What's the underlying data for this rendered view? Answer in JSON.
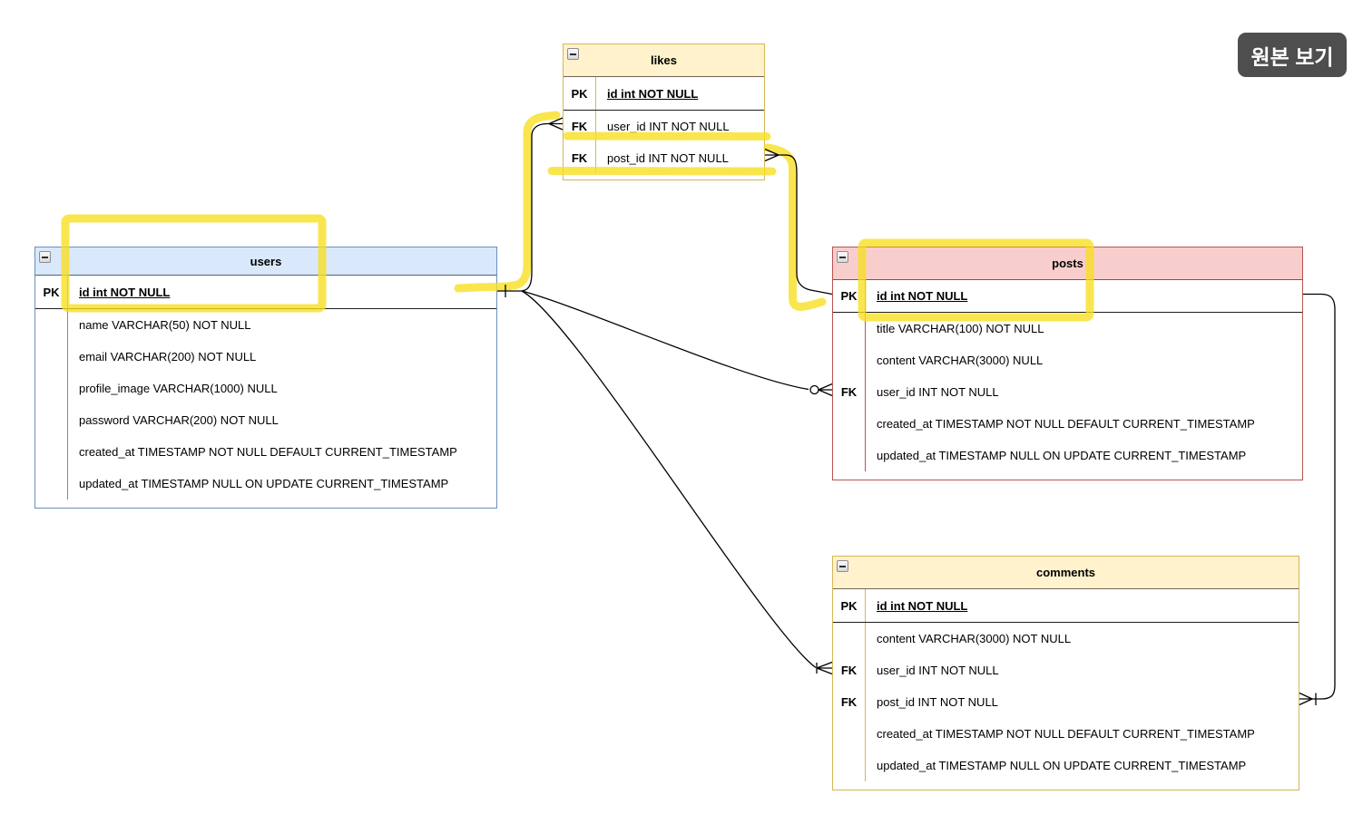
{
  "view_original_button": {
    "label": "원본 보기",
    "bg": "#4e4e4e",
    "text_color": "#ffffff"
  },
  "diagram": {
    "highlight_color": "#f7df1e",
    "tables": [
      {
        "name": "users",
        "fill": "#dae8fc",
        "stroke": "#6c8ebf",
        "rows": [
          {
            "key": "PK",
            "text": "id int NOT NULL"
          },
          {
            "key": "",
            "text": "name VARCHAR(50) NOT NULL"
          },
          {
            "key": "",
            "text": "email VARCHAR(200) NOT NULL"
          },
          {
            "key": "",
            "text": "profile_image VARCHAR(1000) NULL"
          },
          {
            "key": "",
            "text": "password VARCHAR(200) NOT NULL"
          },
          {
            "key": "",
            "text": "created_at TIMESTAMP NOT NULL DEFAULT CURRENT_TIMESTAMP"
          },
          {
            "key": "",
            "text": "updated_at TIMESTAMP NULL ON UPDATE CURRENT_TIMESTAMP"
          }
        ]
      },
      {
        "name": "likes",
        "fill": "#fff2cc",
        "stroke": "#d6b656",
        "rows": [
          {
            "key": "PK",
            "text": "id int NOT NULL"
          },
          {
            "key": "FK",
            "text": "user_id INT NOT NULL"
          },
          {
            "key": "FK",
            "text": "post_id INT NOT NULL"
          }
        ]
      },
      {
        "name": "posts",
        "fill": "#f8cecc",
        "stroke": "#b85450",
        "rows": [
          {
            "key": "PK",
            "text": "id int NOT NULL"
          },
          {
            "key": "",
            "text": "title VARCHAR(100) NOT NULL"
          },
          {
            "key": "",
            "text": "content VARCHAR(3000) NULL"
          },
          {
            "key": "FK",
            "text": "user_id INT NOT NULL"
          },
          {
            "key": "",
            "text": "created_at TIMESTAMP NOT NULL DEFAULT CURRENT_TIMESTAMP"
          },
          {
            "key": "",
            "text": "updated_at TIMESTAMP NULL ON UPDATE CURRENT_TIMESTAMP"
          }
        ]
      },
      {
        "name": "comments",
        "fill": "#fff2cc",
        "stroke": "#d6b656",
        "rows": [
          {
            "key": "PK",
            "text": "id int NOT NULL"
          },
          {
            "key": "",
            "text": "content VARCHAR(3000) NOT NULL"
          },
          {
            "key": "FK",
            "text": "user_id INT NOT NULL"
          },
          {
            "key": "FK",
            "text": "post_id INT NOT NULL"
          },
          {
            "key": "",
            "text": "created_at TIMESTAMP NOT NULL DEFAULT CURRENT_TIMESTAMP"
          },
          {
            "key": "",
            "text": "updated_at TIMESTAMP NULL ON UPDATE CURRENT_TIMESTAMP"
          }
        ]
      }
    ],
    "relationships": [
      {
        "from": "users.id",
        "to": "likes.user_id",
        "to_cardinality": "many"
      },
      {
        "from": "posts.id",
        "to": "likes.post_id",
        "to_cardinality": "many"
      },
      {
        "from": "users.id",
        "to": "posts.user_id",
        "to_cardinality": "zero-or-many"
      },
      {
        "from": "users.id",
        "to": "comments.user_id",
        "to_cardinality": "one-or-many"
      },
      {
        "from": "posts.id",
        "to": "comments.post_id",
        "to_cardinality": "one-or-many"
      }
    ],
    "highlights": [
      "users-pk-box",
      "posts-pk-box",
      "likes-user-id-underline",
      "likes-post-id-underline",
      "users-likes-connector-trace",
      "likes-posts-connector-trace"
    ]
  }
}
